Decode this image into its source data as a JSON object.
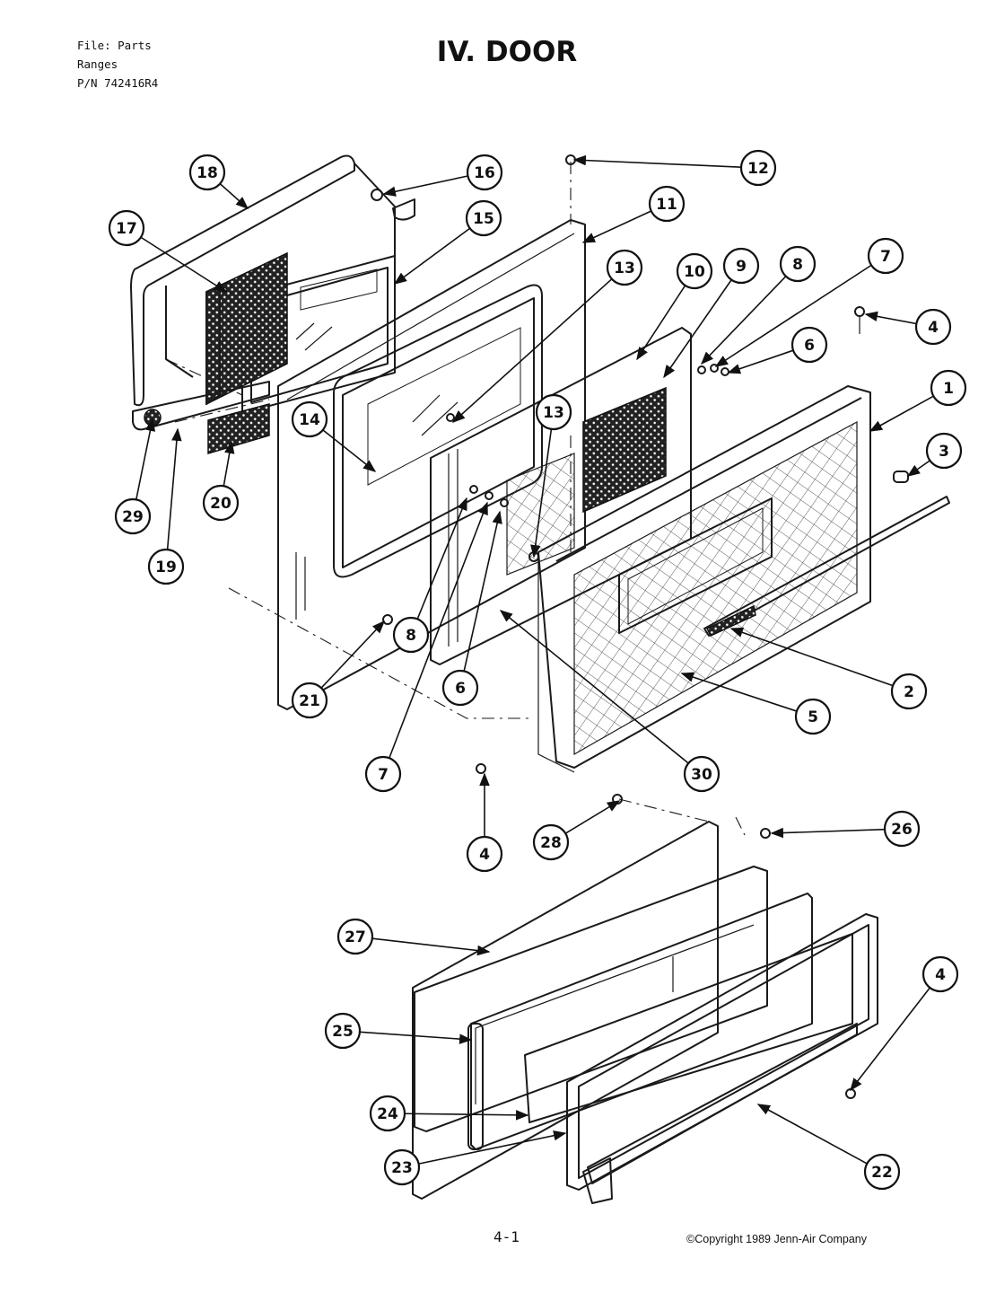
{
  "header": {
    "line1": "File:  Parts",
    "line2": "Ranges",
    "line3": "P/N 742416R4"
  },
  "title": "IV. DOOR",
  "footer": {
    "page": "4-1",
    "copyright": "©Copyright 1989 Jenn-Air Company"
  },
  "callouts": [
    {
      "label": "1"
    },
    {
      "label": "2"
    },
    {
      "label": "3"
    },
    {
      "label": "4"
    },
    {
      "label": "4"
    },
    {
      "label": "4"
    },
    {
      "label": "5"
    },
    {
      "label": "6"
    },
    {
      "label": "6"
    },
    {
      "label": "7"
    },
    {
      "label": "7"
    },
    {
      "label": "8"
    },
    {
      "label": "8"
    },
    {
      "label": "9"
    },
    {
      "label": "10"
    },
    {
      "label": "11"
    },
    {
      "label": "12"
    },
    {
      "label": "13"
    },
    {
      "label": "13"
    },
    {
      "label": "14"
    },
    {
      "label": "15"
    },
    {
      "label": "16"
    },
    {
      "label": "17"
    },
    {
      "label": "18"
    },
    {
      "label": "19"
    },
    {
      "label": "20"
    },
    {
      "label": "21"
    },
    {
      "label": "22"
    },
    {
      "label": "23"
    },
    {
      "label": "24"
    },
    {
      "label": "25"
    },
    {
      "label": "26"
    },
    {
      "label": "27"
    },
    {
      "label": "28"
    },
    {
      "label": "29"
    },
    {
      "label": "30"
    }
  ]
}
